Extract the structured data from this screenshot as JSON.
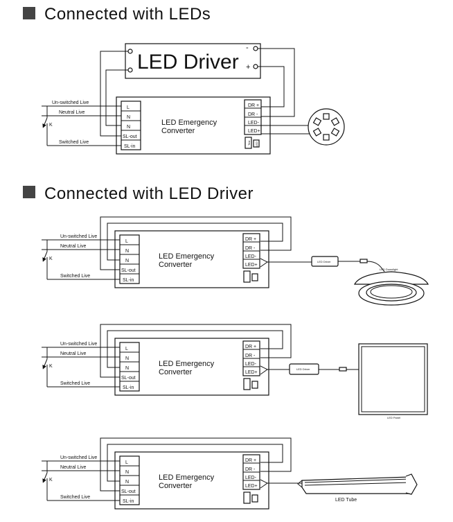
{
  "sections": [
    {
      "title": "Connected with LEDs"
    },
    {
      "title": "Connected with LED Driver"
    }
  ],
  "driver": {
    "label": "LED Driver",
    "minus": "-",
    "plus": "+"
  },
  "converter": {
    "name_line1": "LED Emergency",
    "name_line2": "Converter",
    "left_terminals": [
      "L",
      "N",
      "N",
      "SL-out",
      "SL-in"
    ],
    "right_terminals": [
      "DR +",
      "DR -",
      "LED-",
      "LED+"
    ],
    "small_marks": [
      "Test",
      "LED"
    ]
  },
  "wiring": {
    "unswitched": "Un-switched Live",
    "neutral": "Neutral Live",
    "switched": "Switched Live",
    "switch": "K"
  },
  "loads": {
    "small_driver": "LED Driver",
    "downlight": "LED Downlight",
    "panel": "LED Panel",
    "tube": "LED Tube"
  },
  "colors": {
    "line": "#111111",
    "square": "#444444"
  }
}
